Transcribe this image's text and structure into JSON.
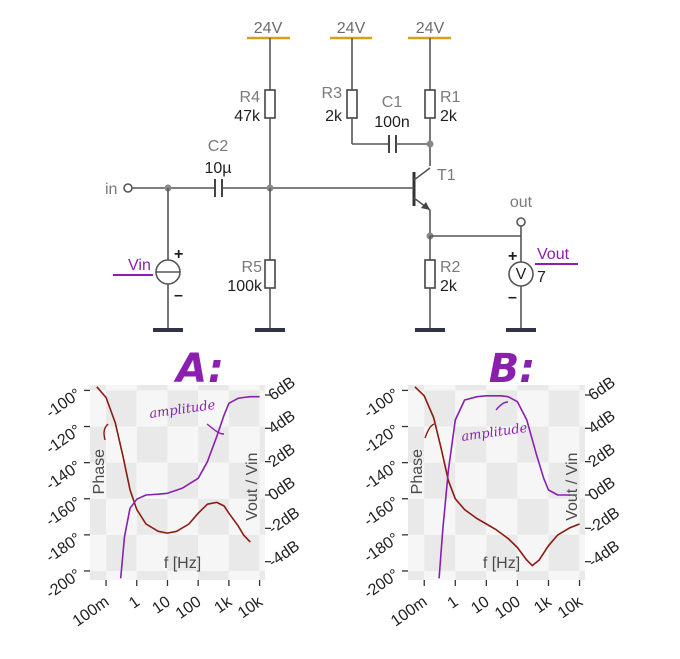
{
  "schematic": {
    "rails": [
      "24V",
      "24V",
      "24V"
    ],
    "rail_color": "#d4a017",
    "components": {
      "R4": {
        "name": "R4",
        "value": "47k"
      },
      "R3": {
        "name": "R3",
        "value": "2k"
      },
      "R1": {
        "name": "R1",
        "value": "2k"
      },
      "C1": {
        "name": "C1",
        "value": "100n"
      },
      "C2": {
        "name": "C2",
        "value": "10µ"
      },
      "R5": {
        "name": "R5",
        "value": "100k"
      },
      "R2": {
        "name": "R2",
        "value": "2k"
      },
      "T1": {
        "name": "T1"
      }
    },
    "ports": {
      "in": "in",
      "out": "out"
    },
    "source": {
      "name": "Vin",
      "plus": "+",
      "minus": "–"
    },
    "meter": {
      "name": "Vout",
      "value": "7",
      "symbol": "V",
      "plus": "+",
      "minus": "–"
    },
    "probe_color": "#8a1fb0"
  },
  "chart_data": [
    {
      "type": "line",
      "title": "A:",
      "xlabel": "f [Hz]",
      "x_scale": "log",
      "x_ticks": [
        "100m",
        "1",
        "10",
        "100",
        "1k",
        "10k"
      ],
      "x_tick_values": [
        0.1,
        1,
        10,
        100,
        1000,
        10000
      ],
      "xlim": [
        0.03,
        15000
      ],
      "y_left": {
        "ticks": [
          "-100°",
          "-120°",
          "-140°",
          "-160°",
          "-180°",
          "-200°"
        ],
        "values": [
          -100,
          -120,
          -140,
          -160,
          -180,
          -200
        ],
        "ylim": [
          -205,
          -97
        ],
        "label": "Phase"
      },
      "y_right": {
        "ticks": [
          "6dB",
          "4dB",
          "2dB",
          "0dB",
          "-2dB",
          "-4dB"
        ],
        "values": [
          6,
          4,
          2,
          0,
          -2,
          -4
        ],
        "ylim": [
          -5.1,
          6.6
        ],
        "label": "Vout / Vin"
      },
      "series": [
        {
          "name": "Phase",
          "axis": "left",
          "color": "#8b1a10",
          "x": [
            0.05,
            0.1,
            0.2,
            0.35,
            0.6,
            1,
            2,
            5,
            10,
            20,
            50,
            100,
            200,
            400,
            700,
            1000,
            2000,
            3000,
            5000
          ],
          "y": [
            -98,
            -104,
            -118,
            -136,
            -155,
            -166,
            -174,
            -178,
            -179,
            -178,
            -174,
            -168,
            -163,
            -162,
            -164,
            -168,
            -175,
            -180,
            -184
          ]
        },
        {
          "name": "amplitude",
          "axis": "right",
          "color": "#8a1fb0",
          "x": [
            0.3,
            0.4,
            0.6,
            1,
            2,
            5,
            10,
            30,
            100,
            200,
            400,
            700,
            1000,
            2000,
            3000,
            5000,
            10000
          ],
          "y": [
            -5,
            -2.5,
            -0.8,
            -0.25,
            0,
            0.05,
            0.1,
            0.4,
            1,
            2,
            3.5,
            4.8,
            5.5,
            5.8,
            5.85,
            5.9,
            5.9
          ]
        }
      ],
      "grid": "checkered"
    },
    {
      "type": "line",
      "title": "B:",
      "xlabel": "f [Hz]",
      "x_scale": "log",
      "x_ticks": [
        "100m",
        "1",
        "10",
        "100",
        "1k",
        "10k"
      ],
      "x_tick_values": [
        0.1,
        1,
        10,
        100,
        1000,
        10000
      ],
      "xlim": [
        0.03,
        15000
      ],
      "y_left": {
        "ticks": [
          "-100°",
          "-120°",
          "-140°",
          "-160°",
          "-180°",
          "-200°"
        ],
        "values": [
          -100,
          -120,
          -140,
          -160,
          -180,
          -200
        ],
        "ylim": [
          -205,
          -97
        ],
        "label": "Phase"
      },
      "y_right": {
        "ticks": [
          "6dB",
          "4dB",
          "2dB",
          "0dB",
          "-2dB",
          "-4dB"
        ],
        "values": [
          6,
          4,
          2,
          0,
          -2,
          -4
        ],
        "ylim": [
          -5.1,
          6.6
        ],
        "label": "Vout / Vin"
      },
      "series": [
        {
          "name": "Phase",
          "axis": "left",
          "color": "#8b1a10",
          "x": [
            0.05,
            0.1,
            0.2,
            0.35,
            0.6,
            1,
            2,
            5,
            10,
            20,
            50,
            100,
            200,
            300,
            500,
            1000,
            2000,
            5000,
            10000
          ],
          "y": [
            -98,
            -103,
            -115,
            -132,
            -150,
            -160,
            -166,
            -171,
            -174,
            -177,
            -182,
            -187,
            -194,
            -197,
            -194,
            -186,
            -180,
            -176,
            -174
          ]
        },
        {
          "name": "amplitude",
          "axis": "right",
          "color": "#8a1fb0",
          "x": [
            0.3,
            0.4,
            0.6,
            1,
            2,
            5,
            10,
            30,
            50,
            100,
            200,
            400,
            700,
            1000,
            2000,
            5000
          ],
          "y": [
            -5,
            -2,
            1.5,
            4.5,
            5.7,
            5.9,
            5.95,
            5.95,
            5.9,
            5.6,
            4.5,
            2.5,
            1,
            0.3,
            0,
            0
          ]
        }
      ],
      "grid": "checkered"
    }
  ]
}
